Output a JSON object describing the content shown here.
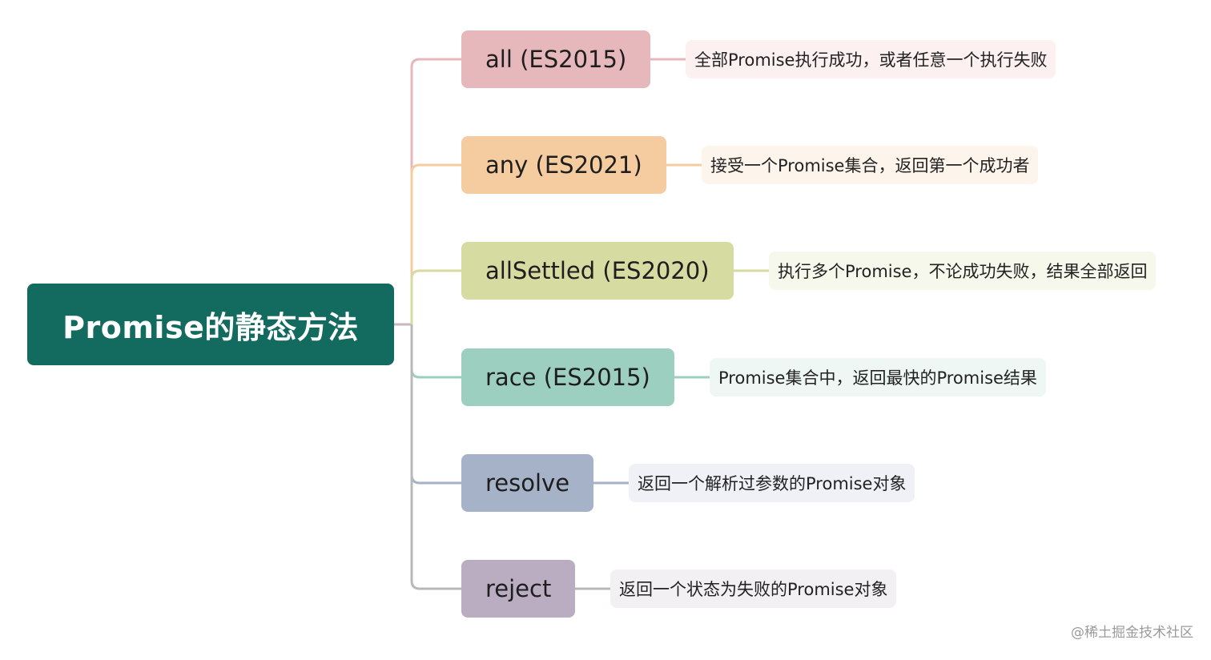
{
  "root": {
    "label": "Promise的静态方法",
    "color": "#136b60"
  },
  "branches": [
    {
      "label": "all (ES2015)",
      "description": "全部Promise执行成功，或者任意一个执行失败",
      "color": "#e6b8bb",
      "line_color": "#e6b8bb",
      "desc_color": "#fcf0f0"
    },
    {
      "label": "any (ES2021)",
      "description": "接受一个Promise集合，返回第一个成功者",
      "color": "#f4cc9f",
      "line_color": "#f4cc9f",
      "desc_color": "#fdf5ec"
    },
    {
      "label": "allSettled (ES2020)",
      "description": "执行多个Promise，不论成功失败，结果全部返回",
      "color": "#d6dba2",
      "line_color": "#d6dba2",
      "desc_color": "#f7f8ec"
    },
    {
      "label": "race (ES2015)",
      "description": "Promise集合中，返回最快的Promise结果",
      "color": "#9ccfbf",
      "line_color": "#9ccfbf",
      "desc_color": "#eef7f4"
    },
    {
      "label": "resolve",
      "description": "返回一个解析过参数的Promise对象",
      "color": "#a5b2c7",
      "line_color": "#a5b2c7",
      "desc_color": "#eff1f6"
    },
    {
      "label": "reject",
      "description": "返回一个状态为失败的Promise对象",
      "color": "#bbadc1",
      "line_color": "#b9b9b9",
      "desc_color": "#f3f0f4"
    }
  ],
  "watermark": "@稀土掘金技术社区"
}
